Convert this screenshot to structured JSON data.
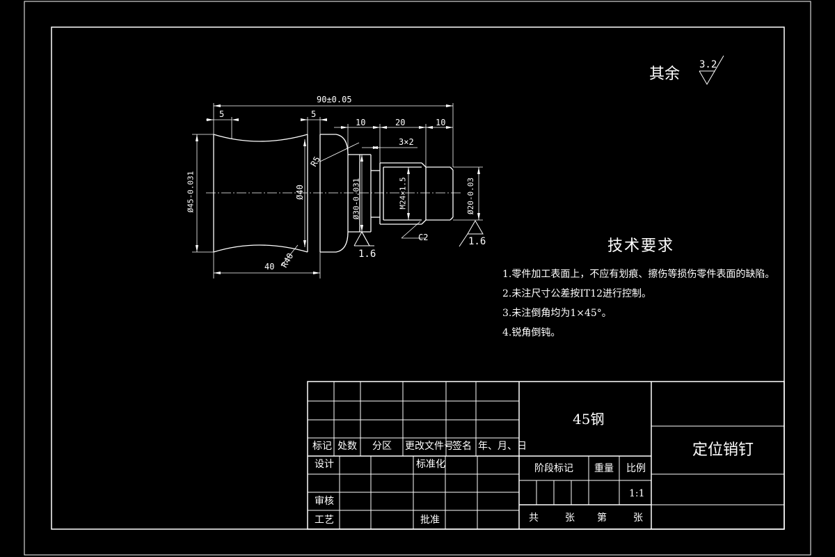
{
  "roughness": {
    "label": "其余",
    "value": "3.2"
  },
  "dimensions": {
    "overall": "90±0.05",
    "left_chamfer": "5",
    "groove_width": "5",
    "step1": "10",
    "step2": "20",
    "step3": "10",
    "undercut": "3×2",
    "radius": "R5",
    "dia45": "Ø45-0.031",
    "dia40": "Ø40",
    "dia30": "Ø30-0.031",
    "thread": "M24×1.5",
    "dia20": "Ø20-0.03",
    "length40": "40",
    "r40": "R40",
    "chamfer": "C2",
    "rough1": "1.6",
    "rough2": "1.6"
  },
  "requirements": {
    "title": "技术要求",
    "items": [
      "1.零件加工表面上，不应有划痕、擦伤等损伤零件表面的缺陷。",
      "2.未注尺寸公差按IT12进行控制。",
      "3.未注倒角均为1×45°。",
      "4.锐角倒钝。"
    ]
  },
  "title_block": {
    "material": "45钢",
    "part_name": "定位销钉",
    "headers": [
      "标记",
      "处数",
      "分区",
      "更改文件号",
      "签名",
      "年、月、日"
    ],
    "design": "设计",
    "standard": "标准化",
    "review": "审核",
    "process": "工艺",
    "approve": "批准",
    "stage": "阶段标记",
    "weight": "重量",
    "scale_label": "比例",
    "scale_value": "1:1",
    "sheets_total": "共",
    "sheets_unit": "张",
    "sheet_no": "第",
    "sheet_unit2": "张"
  }
}
